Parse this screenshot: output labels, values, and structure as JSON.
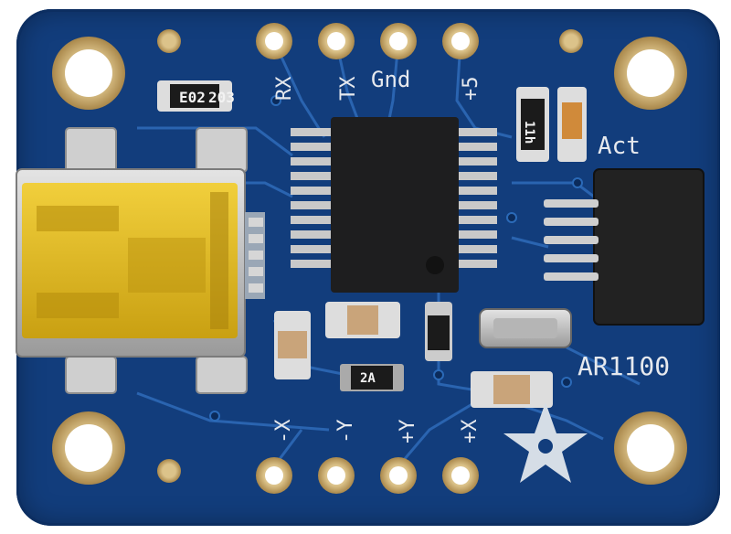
{
  "labels": {
    "rx": "RX",
    "tx": "TX",
    "gnd": "Gnd",
    "plus5": "+5",
    "act": "Act",
    "part": "AR1100",
    "x_minus": "-X",
    "y_minus": "-Y",
    "y_plus": "+Y",
    "x_plus": "+X"
  },
  "components": {
    "r_e02": "E02",
    "r_203": "203",
    "r_11h": "11h",
    "diode_2a": "2A"
  },
  "colors": {
    "pcb": "#123d7c",
    "gold": "#c6a461",
    "silk": "#e6e9ee",
    "usb": "#d9b21a"
  },
  "icons": [
    "adafruit-star-logo"
  ]
}
